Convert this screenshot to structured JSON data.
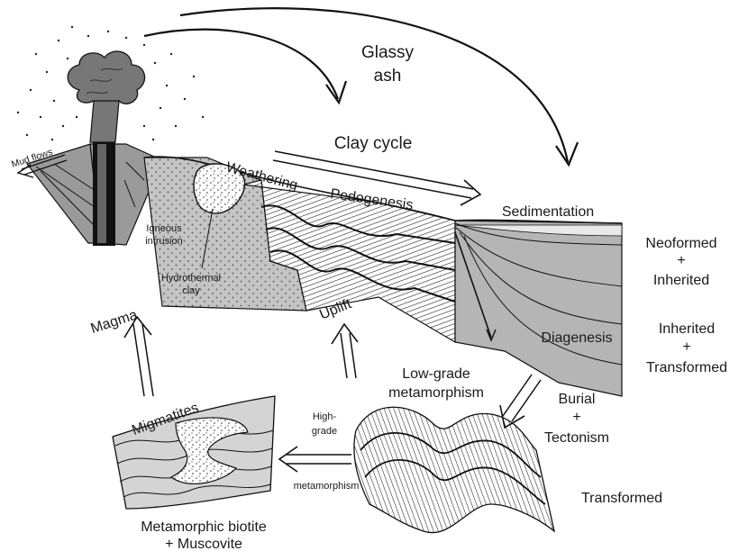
{
  "labels": {
    "glassy_ash_line1": "Glassy",
    "glassy_ash_line2": "ash",
    "clay_cycle": "Clay cycle",
    "mud_flows": "Mud flows",
    "weathering": "Weathering",
    "pedogenesis": "Pedogenesis",
    "sedimentation": "Sedimentation",
    "igneous_intrusion_line1": "Igneous",
    "igneous_intrusion_line2": "intrusion",
    "hydrothermal_clay_line1": "Hydrothermal",
    "hydrothermal_clay_line2": "clay",
    "neoformed": "Neoformed",
    "plus1": "+",
    "inherited1": "Inherited",
    "magma": "Magma",
    "uplift": "Uplift",
    "diagenesis": "Diagenesis",
    "inherited2": "Inherited",
    "plus2": "+",
    "transformed1": "Transformed",
    "low_grade_line1": "Low-grade",
    "low_grade_line2": "metamorphism",
    "burial": "Burial",
    "plus3": "+",
    "tectonism": "Tectonism",
    "migmatites": "Migmatites",
    "high_grade_line1": "High-",
    "high_grade_line2": "grade",
    "metamorphism": "metamorphism",
    "transformed2": "Transformed",
    "biotite_line1": "Metamorphic biotite",
    "biotite_line2": "+ Muscovite"
  }
}
